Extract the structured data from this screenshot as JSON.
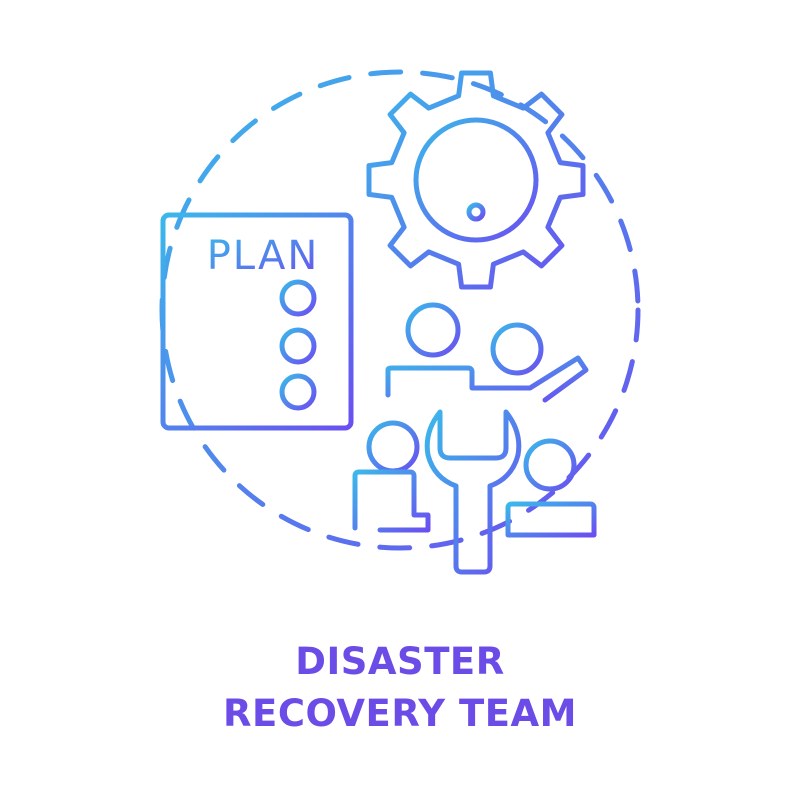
{
  "icon": {
    "name": "disaster-recovery-team-icon",
    "plan_label": "PLAN",
    "colors": {
      "gradient_start": "#3bb8ea",
      "gradient_end": "#6a4ff0",
      "text": "#6b4ce6"
    }
  },
  "caption": {
    "line1": "DISASTER",
    "line2": "RECOVERY TEAM"
  }
}
